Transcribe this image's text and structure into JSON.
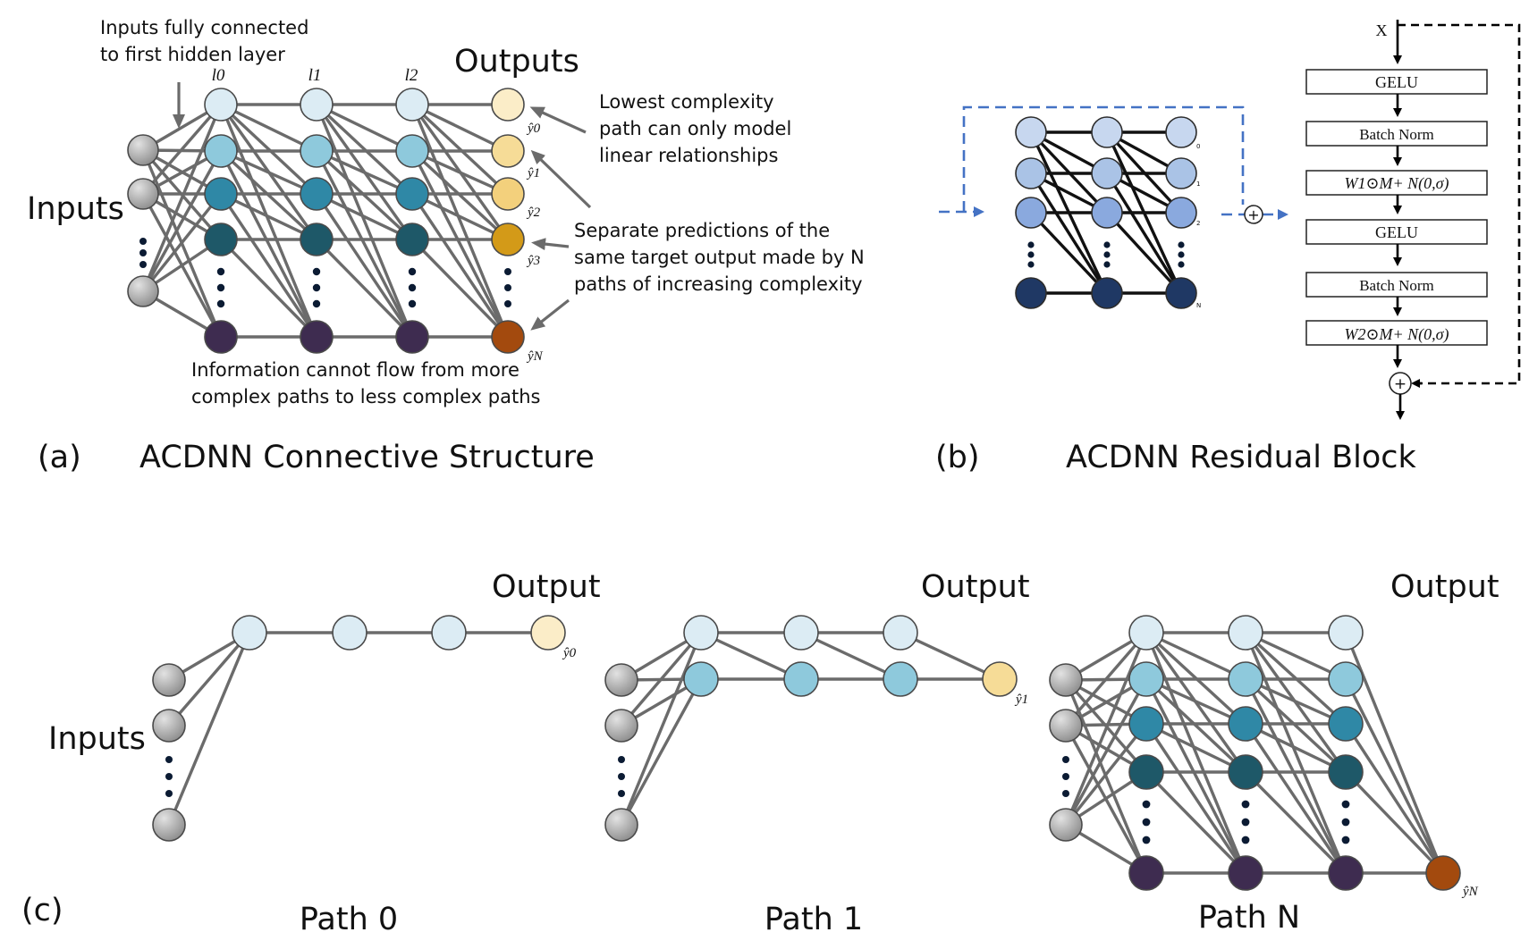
{
  "panel_a": {
    "letter": "(a)",
    "title": "ACDNN Connective Structure",
    "inputs_label": "Inputs",
    "outputs_label": "Outputs",
    "layer_labels": [
      "l0",
      "l1",
      "l2"
    ],
    "output_labels": [
      "ŷ0",
      "ŷ1",
      "ŷ2",
      "ŷ3",
      "ŷN"
    ],
    "note_inputs": [
      "Inputs fully connected",
      "to first hidden layer"
    ],
    "note_lowest": [
      "Lowest complexity",
      "path can only model",
      "linear relationships"
    ],
    "note_separate": [
      "Separate predictions of the",
      "same target output made by N",
      "paths of increasing complexity"
    ],
    "note_flow": [
      "Information cannot flow from more",
      "complex paths to less complex paths"
    ]
  },
  "panel_b": {
    "letter": "(b)",
    "title": "ACDNN Residual Block",
    "x_label": "X",
    "net_index_labels": [
      "0",
      "1",
      "2",
      "N"
    ],
    "blocks": [
      "GELU",
      "Batch Norm",
      "W1⊙M+ N(0,σ)",
      "GELU",
      "Batch Norm",
      "W2⊙M+ N(0,σ)"
    ],
    "plus": "+"
  },
  "panel_c": {
    "letter": "(c)",
    "inputs_label": "Inputs",
    "paths": [
      {
        "title": "Path 0",
        "output_label": "Output",
        "yhat": "ŷ0"
      },
      {
        "title": "Path 1",
        "output_label": "Output",
        "yhat": "ŷ1"
      },
      {
        "title": "Path N",
        "output_label": "Output",
        "yhat": "ŷN"
      }
    ]
  },
  "colors": {
    "input_gray": "#a8a8a8",
    "row_colors": [
      "#dcecf4",
      "#8ec9dc",
      "#2f88a6",
      "#1e5868",
      "#3e2c50"
    ],
    "output_colors": [
      "#fbedc8",
      "#f6dc97",
      "#f3d07c",
      "#d39a18",
      "#a34a0e"
    ],
    "b_row_colors": [
      "#c7d7ef",
      "#aac3e6",
      "#8aa9de",
      "#1f3864"
    ],
    "blue_dash": "#4472c4"
  }
}
